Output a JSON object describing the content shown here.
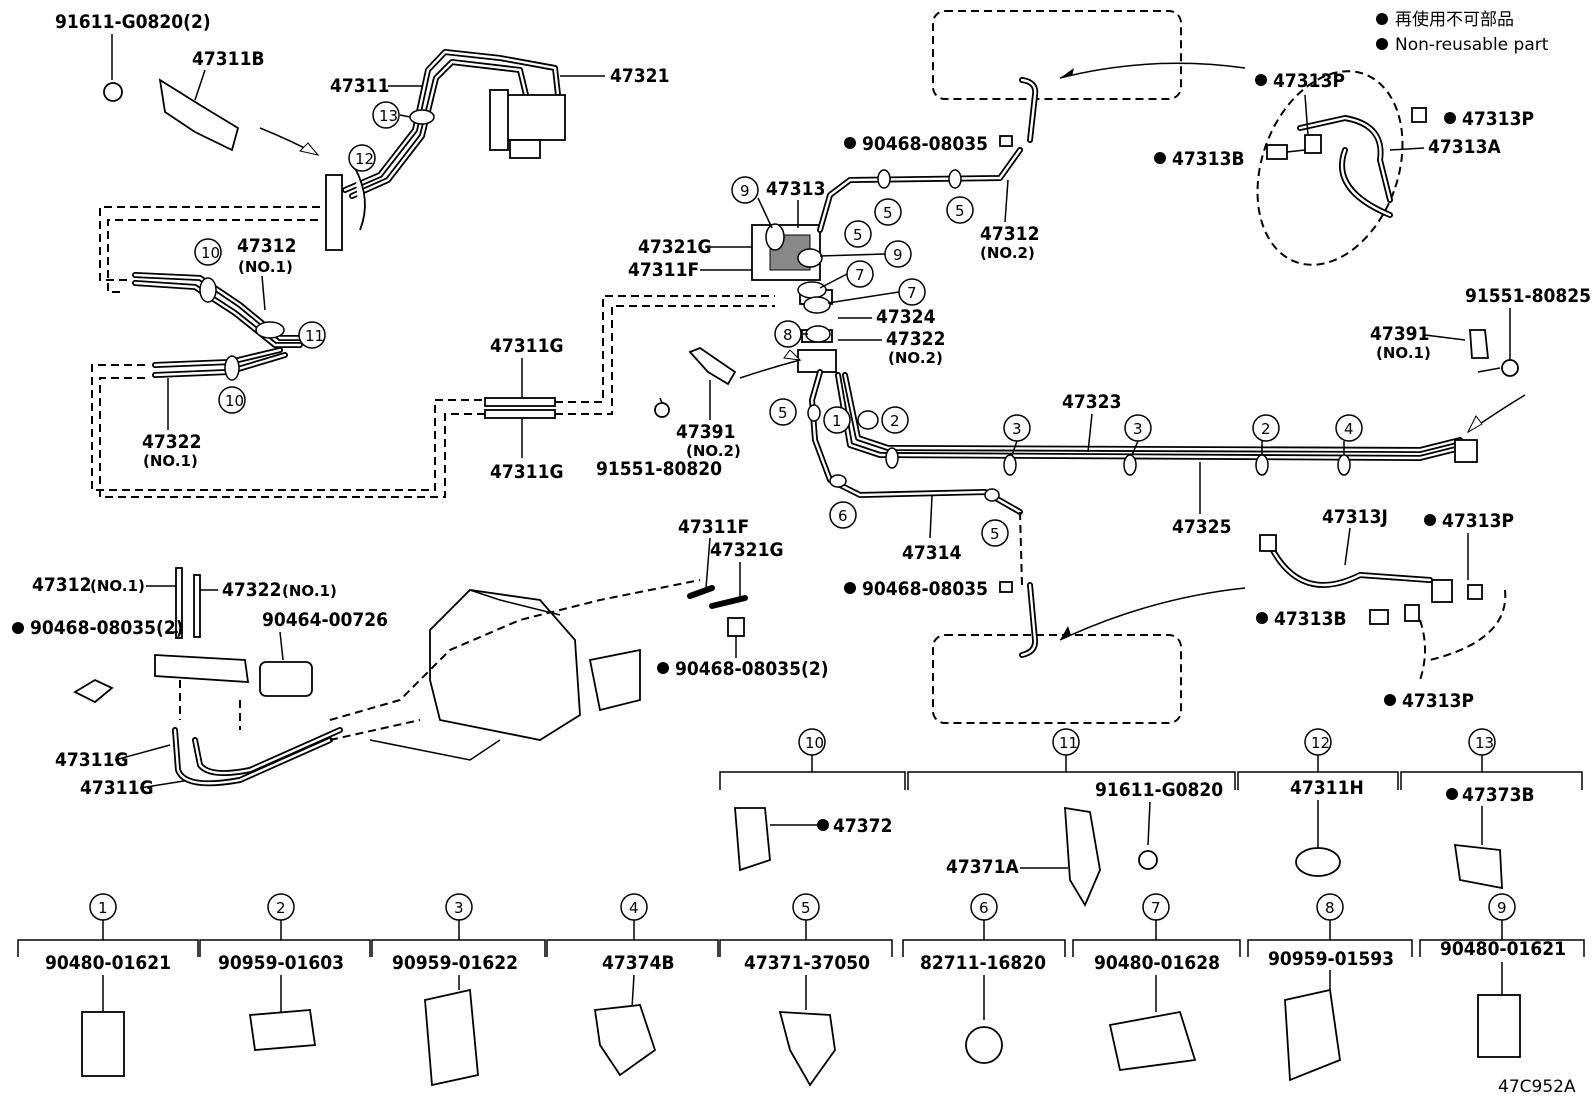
{
  "legend": {
    "japanese": "再使用不可部品",
    "english": "Non-reusable part"
  },
  "diagram_code": "47C952A",
  "top_left": {
    "bolt": "91611-G0820(2)",
    "bracket": "47311B",
    "tube_a": "47311",
    "tube_b": "47321",
    "tube_no1": "47312",
    "tube_no1_sub": "(NO.1)",
    "tube_no1b": "47322",
    "tube_no1b_sub": "(NO.1)"
  },
  "center": {
    "union_top": "47311G",
    "union_bottom": "47311G",
    "p47313": "47313",
    "p47321G": "47321G",
    "p47311F": "47311F",
    "p47324": "47324",
    "p47322": "47322",
    "p47322_sub": "(NO.2)",
    "p47312": "47312",
    "p47312_sub": "(NO.2)",
    "p47391": "47391",
    "p47391_sub": "(NO.2)",
    "bolt2": "91551-80820",
    "p47323": "47323",
    "p47325": "47325",
    "p47314": "47314",
    "clip_top": "90468-08035",
    "clip_bottom": "90468-08035"
  },
  "right": {
    "p47313P_a": "47313P",
    "p47313P_b": "47313P",
    "p47313B": "47313B",
    "p47313A": "47313A",
    "bolt3": "91551-80825",
    "p47391": "47391",
    "p47391_sub": "(NO.1)",
    "p47313J": "47313J",
    "p47313P_c": "47313P",
    "p47313B_2": "47313B",
    "p47313P_d": "47313P"
  },
  "bottom_left": {
    "p47312": "47312",
    "p47312_sub": "(NO.1)",
    "p47322": "47322",
    "p47322_sub": "(NO.1)",
    "clip": "90468-08035(2)",
    "cushion": "90464-00726",
    "union1": "47311G",
    "union2": "47311G",
    "p47311F": "47311F",
    "p47321G": "47321G",
    "clip2": "90468-08035(2)"
  },
  "callouts_upper": [
    {
      "num": "10",
      "part": "47372"
    },
    {
      "num": "11",
      "part": "47371A",
      "bolt": "91611-G0820"
    },
    {
      "num": "12",
      "part": "47311H"
    },
    {
      "num": "13",
      "part": "47373B"
    }
  ],
  "callouts_lower": [
    {
      "num": "1",
      "part": "90480-01621"
    },
    {
      "num": "2",
      "part": "90959-01603"
    },
    {
      "num": "3",
      "part": "90959-01622"
    },
    {
      "num": "4",
      "part": "47374B"
    },
    {
      "num": "5",
      "part": "47371-37050"
    },
    {
      "num": "6",
      "part": "82711-16820"
    },
    {
      "num": "7",
      "part": "90480-01628"
    },
    {
      "num": "8",
      "part": "90959-01593"
    },
    {
      "num": "9",
      "part": "90480-01621"
    }
  ]
}
